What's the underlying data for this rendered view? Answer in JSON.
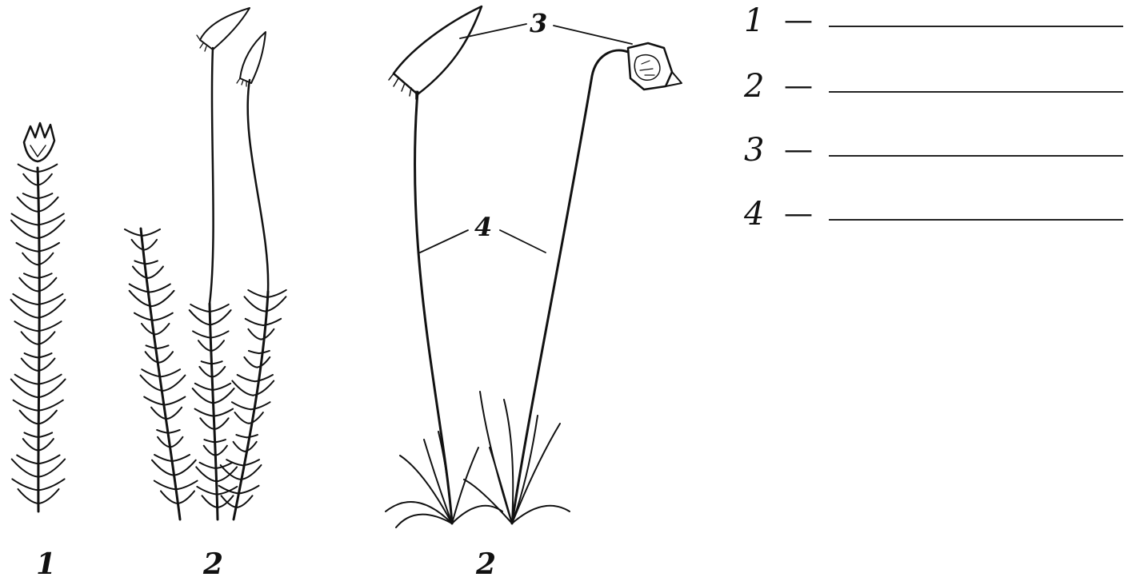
{
  "figure": {
    "specimen_labels": [
      "1",
      "2",
      "2"
    ],
    "callouts": {
      "capsule": "3",
      "seta": "4"
    }
  },
  "answers": [
    {
      "number": "1",
      "dash": "—",
      "value": ""
    },
    {
      "number": "2",
      "dash": "—",
      "value": ""
    },
    {
      "number": "3",
      "dash": "—",
      "value": ""
    },
    {
      "number": "4",
      "dash": "—",
      "value": ""
    }
  ],
  "colors": {
    "ink": "#111111",
    "background": "#ffffff"
  }
}
